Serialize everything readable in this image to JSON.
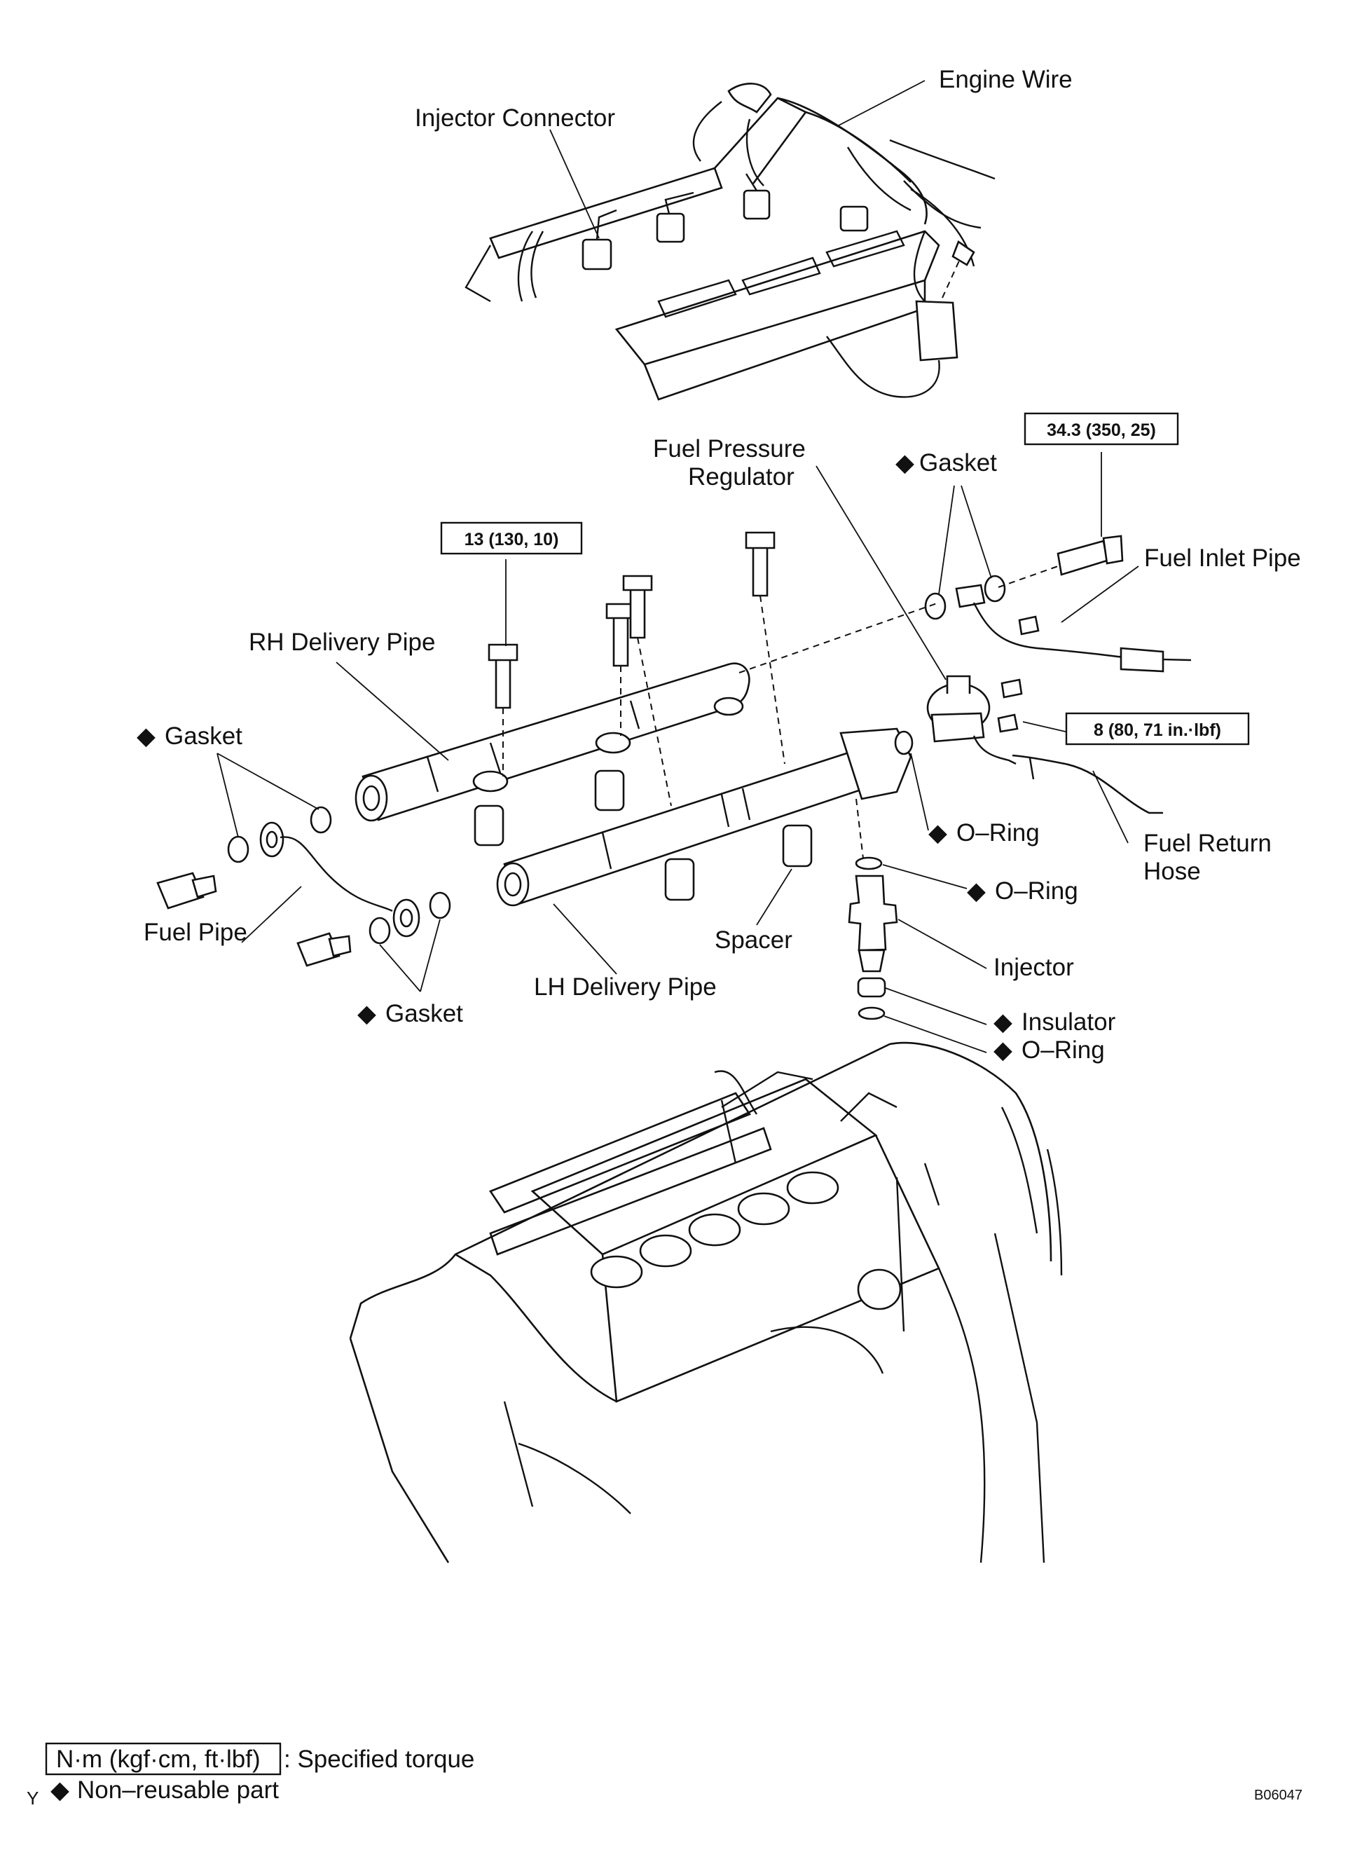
{
  "diagram": {
    "labels": {
      "engine_wire": "Engine Wire",
      "injector_connector": "Injector Connector",
      "fuel_pressure_regulator_1": "Fuel Pressure",
      "fuel_pressure_regulator_2": "Regulator",
      "gasket_top": "Gasket",
      "fuel_inlet_pipe": "Fuel Inlet Pipe",
      "rh_delivery_pipe": "RH Delivery Pipe",
      "gasket_left": "Gasket",
      "o_ring_1": "O–Ring",
      "o_ring_2": "O–Ring",
      "fuel_return_hose_1": "Fuel Return",
      "fuel_return_hose_2": "Hose",
      "fuel_pipe": "Fuel Pipe",
      "spacer": "Spacer",
      "injector": "Injector",
      "gasket_bottom": "Gasket",
      "lh_delivery_pipe": "LH Delivery Pipe",
      "insulator": "Insulator",
      "o_ring_3": "O–Ring"
    },
    "torque_specs": {
      "regulator_union": "34.3 (350, 25)",
      "delivery_pipe_bolt": "13 (130, 10)",
      "regulator_bolt": "8 (80, 71 in.·lbf)"
    },
    "legend": {
      "torque_box": "N·m (kgf·cm, ft·lbf)",
      "torque_desc": ": Specified torque",
      "non_reusable": "Non–reusable part",
      "corner_mark": "Y"
    },
    "figure_id": "B06047",
    "marker_symbol": "◆"
  }
}
